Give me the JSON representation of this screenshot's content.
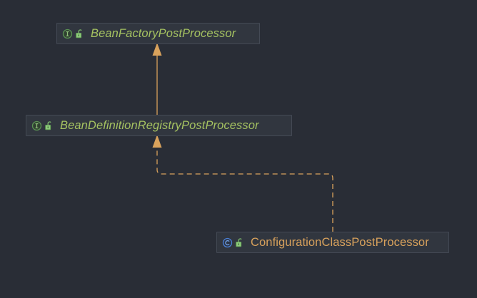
{
  "diagram": {
    "title": "Class hierarchy diagram",
    "background_color": "#292d36",
    "node_fill_color": "#31363f",
    "node_border_color": "#444a55",
    "edge_color": "#d9a25c",
    "interface_text_color": "#a5c261",
    "class_text_color": "#d9a25c"
  },
  "nodes": [
    {
      "id": "bean-factory-post-processor",
      "label": "BeanFactoryPostProcessor",
      "kind": "interface",
      "type_icon": "interface-icon",
      "visibility_icon": "public-lock-icon",
      "italic": true
    },
    {
      "id": "bean-definition-registry-post-processor",
      "label": "BeanDefinitionRegistryPostProcessor",
      "kind": "interface",
      "type_icon": "interface-icon",
      "visibility_icon": "public-lock-icon",
      "italic": true
    },
    {
      "id": "configuration-class-post-processor",
      "label": "ConfigurationClassPostProcessor",
      "kind": "class",
      "type_icon": "class-icon",
      "visibility_icon": "public-lock-icon",
      "italic": false
    }
  ],
  "edges": [
    {
      "id": "edge-generalization",
      "from": "bean-definition-registry-post-processor",
      "to": "bean-factory-post-processor",
      "relation": "extends",
      "line_style": "solid",
      "arrowhead": "filled-triangle"
    },
    {
      "id": "edge-realization",
      "from": "configuration-class-post-processor",
      "to": "bean-definition-registry-post-processor",
      "relation": "implements",
      "line_style": "dashed",
      "arrowhead": "filled-triangle"
    }
  ]
}
